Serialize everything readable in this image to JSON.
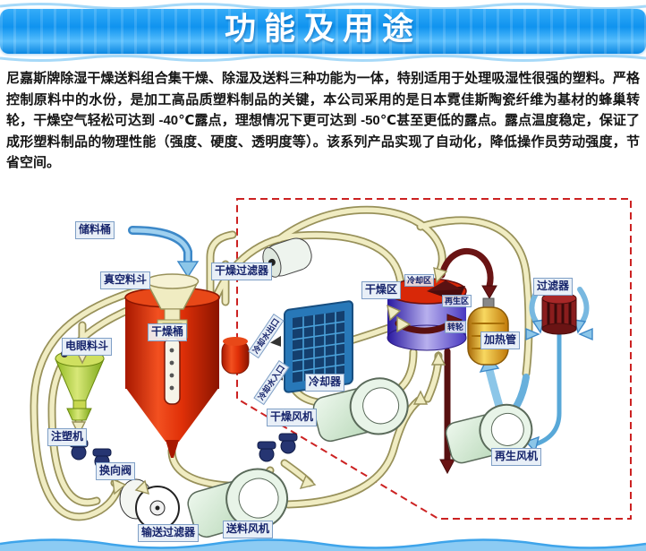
{
  "header": {
    "title": "功能及用途"
  },
  "intro": {
    "text": "尼嘉斯牌除湿干燥送料组合集干燥、除湿及送料三种功能为一体，特别适用于处理吸湿性很强的塑料。严格控制原料中的水份，是加工高品质塑料制品的关键，本公司采用的是日本霓佳斯陶瓷纤维为基材的蜂巢转轮，干燥空气轻松可达到 -40℃露点，理想情况下更可达到 -50℃甚至更低的露点。露点温度稳定，保证了成形塑料制品的物理性能（强度、硬度、透明度等）。该系列产品实现了自动化，降低操作员劳动强度，节省空间。"
  },
  "diagram": {
    "labels": {
      "storage_barrel": "储料桶",
      "vacuum_hopper": "真空料斗",
      "dry_filter": "干燥过滤器",
      "drying_barrel": "干燥桶",
      "photo_eye_hopper": "电眼料斗",
      "injection_machine": "注塑机",
      "reversing_valve": "换向阀",
      "convey_filter": "输送过滤器",
      "feed_blower": "送料风机",
      "drying_blower": "干燥风机",
      "cooler": "冷却器",
      "cooling_water_out": "冷却水出口",
      "cooling_water_in": "冷却水入口",
      "drying_zone": "干燥区",
      "cooling_zone": "冷却区",
      "regen_zone": "再生区",
      "rotor": "转轮",
      "heater": "加热管",
      "filter": "过滤器",
      "regen_blower": "再生风机"
    },
    "colors": {
      "accent_blue": "#1b9df3",
      "dashed_border": "#cc2222",
      "pipe_fill": "#f0ecc2",
      "label_border": "#7f9fc6",
      "label_text": "#16246b",
      "barrel_red": "#d82808",
      "rotor_purple": "#4a38b8",
      "heater_gold": "#e8a820",
      "blower_green": "#d8ecd8"
    }
  }
}
